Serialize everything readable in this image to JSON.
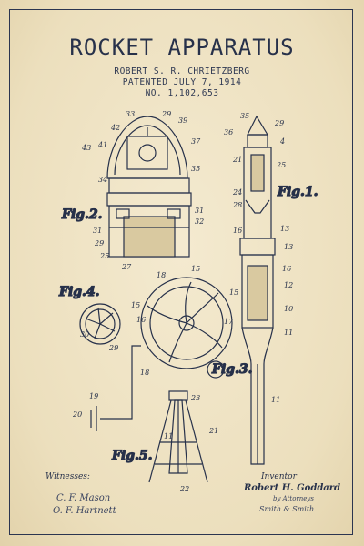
{
  "title": "ROCKET APPARATUS",
  "inventor_line": "ROBERT S. R. CHRIETZBERG",
  "patent_line": "PATENTED JULY 7, 1914",
  "number_line": "NO. 1,102,653",
  "figures": {
    "fig1": "Fig.1.",
    "fig2": "Fig.2.",
    "fig3": "Fig.3.",
    "fig4": "Fig.4.",
    "fig5": "Fig.5."
  },
  "witnesses_label": "Witnesses:",
  "witness_1": "C. F. Mason",
  "witness_2": "O. F. Hartnett",
  "inventor_label": "Inventor",
  "inventor_signature": "Robert H. Goddard",
  "attorney_line": "by Attorneys",
  "attorney_signature": "Smith & Smith",
  "colors": {
    "paper": "#efe3c4",
    "ink": "#27314a"
  }
}
